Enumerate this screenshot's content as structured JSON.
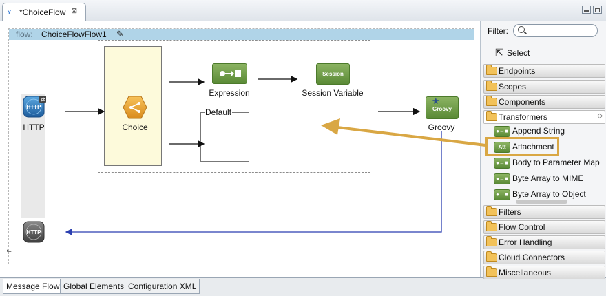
{
  "editor": {
    "tab_title": "*ChoiceFlow",
    "tab_icon": "mule-icon",
    "close_glyph": "⊠"
  },
  "flow": {
    "prefix": "flow:",
    "name": "ChoiceFlowFlow1",
    "nodes": {
      "http_in": "HTTP",
      "http_badge": "HTTP",
      "http_out_badge": "HTTP",
      "choice": "Choice",
      "expression": "Expression",
      "session_variable": "Session Variable",
      "session_badge": "Session",
      "default": "Default",
      "groovy": "Groovy",
      "groovy_badge": "Groovy"
    }
  },
  "bottom_tabs": [
    "Message Flow",
    "Global Elements",
    "Configuration XML"
  ],
  "palette": {
    "filter_label": "Filter:",
    "filter_value": "",
    "select_label": "Select",
    "categories_top": [
      "Endpoints",
      "Scopes",
      "Components",
      "Transformers"
    ],
    "transformer_items": [
      {
        "label": "Append String",
        "icon_text": "●→■"
      },
      {
        "label": "Attachment",
        "icon_text": "Att"
      },
      {
        "label": "Body to Parameter Map",
        "icon_text": "●→■"
      },
      {
        "label": "Byte Array to MIME",
        "icon_text": "●→■"
      },
      {
        "label": "Byte Array to Object",
        "icon_text": "●→■"
      }
    ],
    "categories_bottom": [
      "Filters",
      "Flow Control",
      "Error Handling",
      "Cloud Connectors",
      "Miscellaneous"
    ]
  },
  "colors": {
    "annotation": "#d9a744",
    "return_arrow": "#2b3fb0",
    "flow_header": "#b0d4e8"
  }
}
